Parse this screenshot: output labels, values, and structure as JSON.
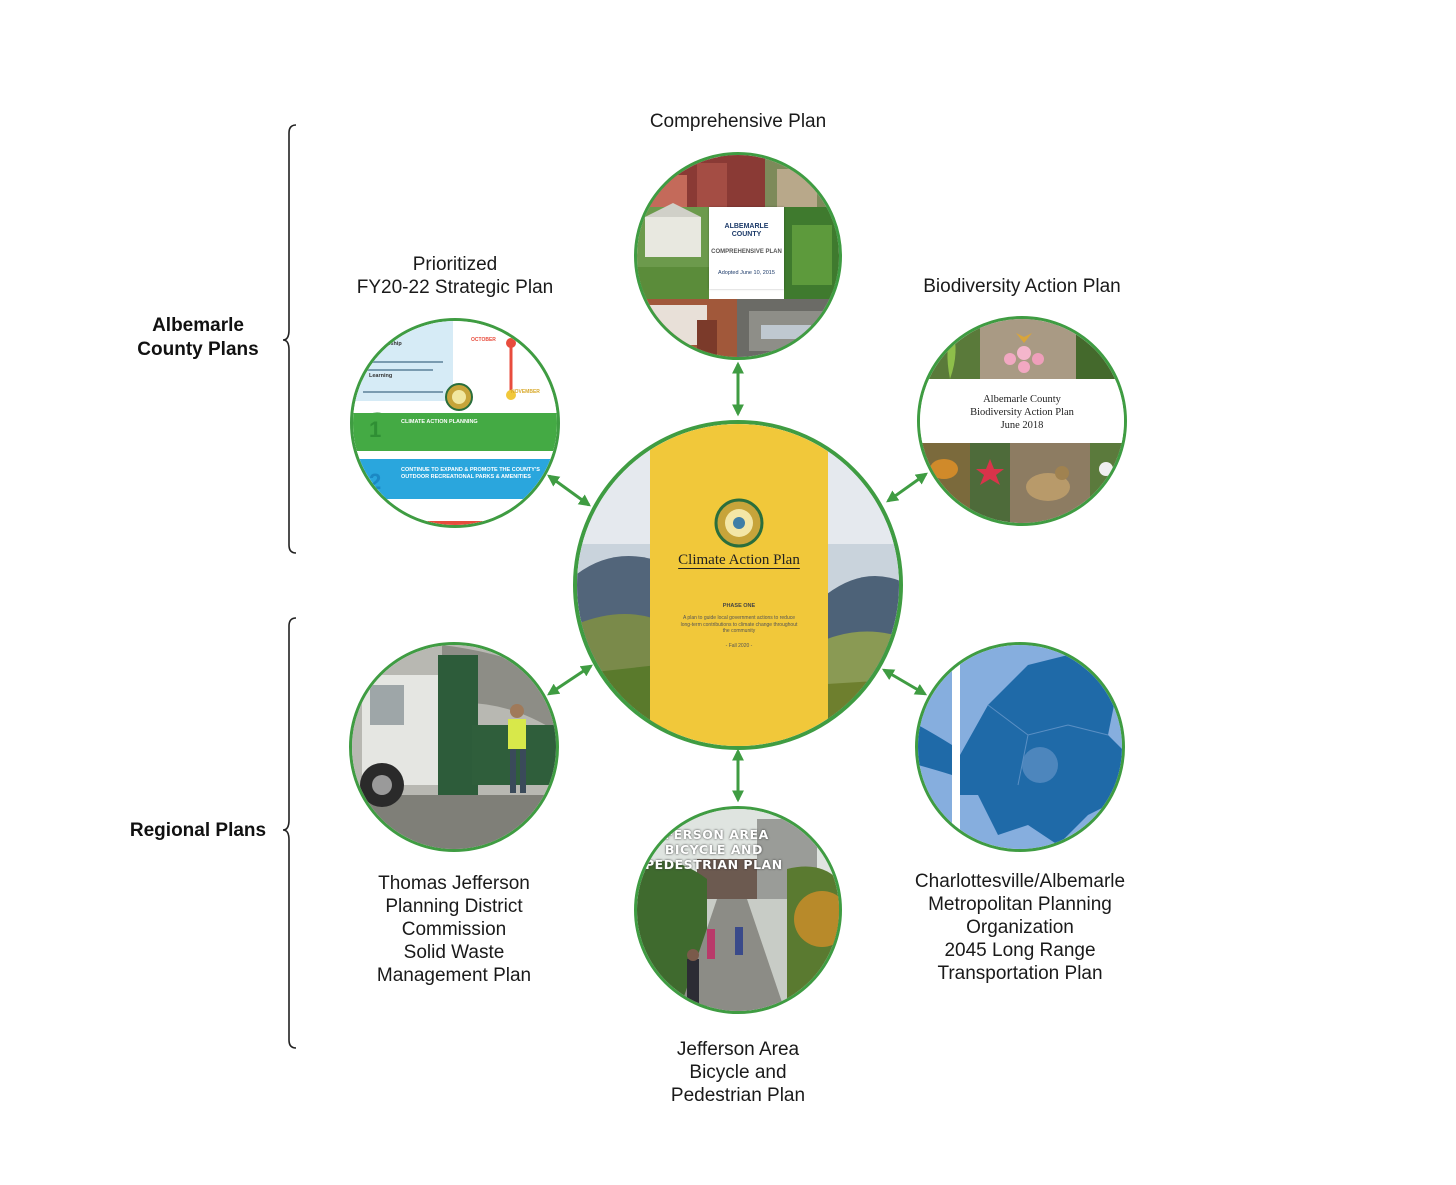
{
  "groups": {
    "albemarle": [
      "Albemarle",
      "County Plans"
    ],
    "regional": [
      "Regional Plans"
    ]
  },
  "plans": {
    "comprehensive": {
      "label": [
        "Comprehensive Plan"
      ],
      "cover_title": "ALBEMARLE COUNTY",
      "cover_subtitle": "COMPREHENSIVE PLAN",
      "cover_date": "Adopted June 10, 2015"
    },
    "strategic": {
      "label": [
        "Prioritized",
        "FY20-22 Strategic Plan"
      ],
      "item1_title": "CLIMATE ACTION PLANNING",
      "item2_title": "CONTINUE TO EXPAND & PROMOTE THE COUNTY'S OUTDOOR RECREATIONAL PARKS & AMENITIES",
      "month1": "OCTOBER",
      "month2": "NOVEMBER",
      "section_a": "Stewardship",
      "section_b": "Learning"
    },
    "biodiversity": {
      "label": [
        "Biodiversity Action Plan"
      ],
      "cover_lines": [
        "Albemarle County",
        "Biodiversity Action Plan",
        "June 2018"
      ]
    },
    "climate": {
      "cover_title": "Climate Action Plan",
      "phase": "PHASE ONE",
      "description": "A plan to guide local government actions to reduce long-term contributions to climate change throughout the community",
      "date": "- Fall 2020 -"
    },
    "solid_waste": {
      "label": [
        "Thomas Jefferson",
        "Planning District",
        "Commission",
        "Solid Waste",
        "Management Plan"
      ]
    },
    "bike_ped": {
      "label": [
        "Jefferson Area",
        "Bicycle and",
        "Pedestrian Plan"
      ],
      "cover_lines": [
        "-FERSON AREA",
        "BICYCLE AND",
        "PEDESTRIAN PLAN"
      ]
    },
    "transportation": {
      "label": [
        "Charlottesville/Albemarle",
        "Metropolitan Planning",
        "Organization",
        "2045 Long Range",
        "Transportation Plan"
      ]
    }
  },
  "colors": {
    "ring": "#3f9c42",
    "arrow": "#3f9c42",
    "bracket": "#222222",
    "cap_panel": "#f1c83a",
    "map_dark": "#1f6aa8",
    "map_light": "#86aede"
  }
}
